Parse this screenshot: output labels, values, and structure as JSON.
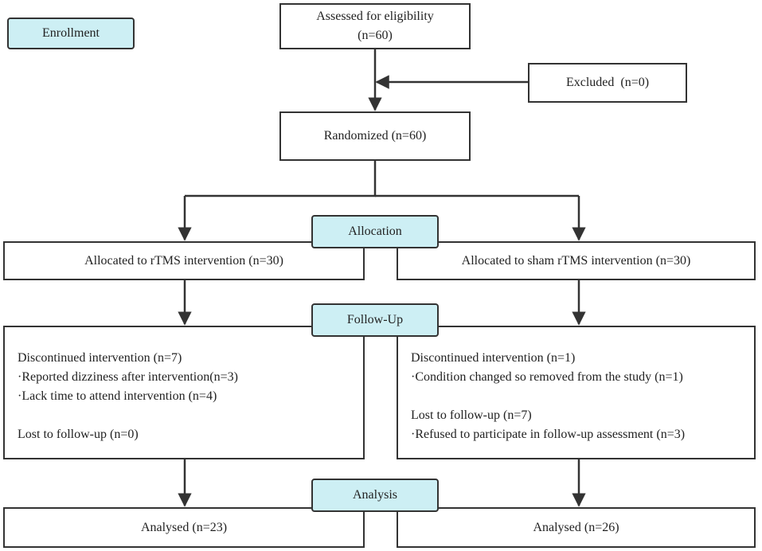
{
  "stages": {
    "enrollment": "Enrollment",
    "allocation": "Allocation",
    "follow_up": "Follow-Up",
    "analysis": "Analysis"
  },
  "assessed": {
    "line1": "Assessed for eligibility",
    "line2": "(n=60)"
  },
  "excluded": "Excluded  (n=0)",
  "randomized": "Randomized (n=60)",
  "allocated_left": "Allocated to rTMS intervention (n=30)",
  "allocated_right": "Allocated to sham rTMS intervention (n=30)",
  "followup_left": {
    "discontinued": "Discontinued intervention (n=7)",
    "reason1": "·Reported dizziness after intervention(n=3)",
    "reason2": "·Lack time to attend intervention (n=4)",
    "lost": "Lost to follow-up (n=0)"
  },
  "followup_right": {
    "discontinued": "Discontinued intervention (n=1)",
    "reason1": "·Condition changed so removed from the study (n=1)",
    "lost": "Lost to follow-up (n=7)",
    "reason2": "·Refused to participate in follow-up assessment (n=3)"
  },
  "analysed_left": "Analysed (n=23)",
  "analysed_right": "Analysed (n=26)"
}
